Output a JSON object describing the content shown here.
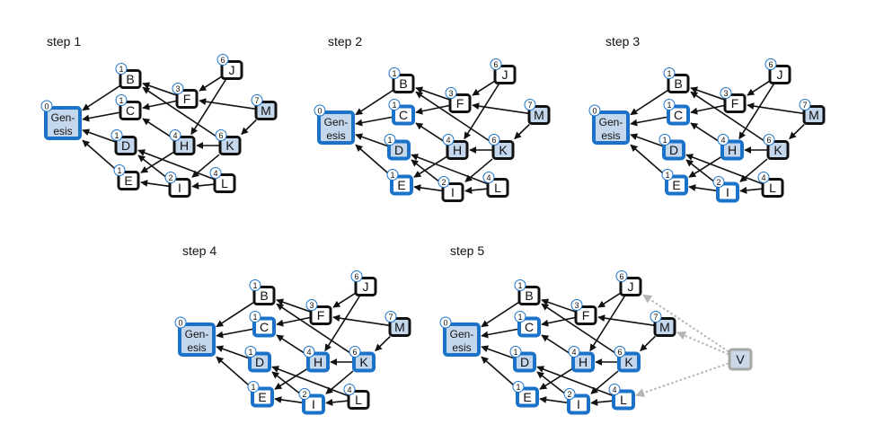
{
  "colors": {
    "blue": "#1a73c9",
    "fill_light": "#c5d7ec",
    "black": "#111111",
    "gray_border": "#a7a7a7",
    "gray_fill": "#c9d7e6",
    "gray_edge": "#b5b5b5"
  },
  "steps": [
    {
      "title": "step 1",
      "blue": [
        "Genesis"
      ],
      "shaded": [
        "Genesis",
        "D",
        "H",
        "K",
        "M"
      ]
    },
    {
      "title": "step 2",
      "blue": [
        "Genesis",
        "C",
        "D",
        "E"
      ],
      "shaded": [
        "Genesis",
        "D",
        "H",
        "K",
        "M"
      ]
    },
    {
      "title": "step 3",
      "blue": [
        "Genesis",
        "C",
        "D",
        "E",
        "H",
        "I"
      ],
      "shaded": [
        "Genesis",
        "D",
        "H",
        "K",
        "M"
      ]
    },
    {
      "title": "step 4",
      "blue": [
        "Genesis",
        "C",
        "D",
        "E",
        "H",
        "I",
        "K"
      ],
      "shaded": [
        "Genesis",
        "D",
        "H",
        "K",
        "M"
      ]
    },
    {
      "title": "step 5",
      "blue": [
        "Genesis",
        "C",
        "D",
        "E",
        "H",
        "I",
        "K",
        "L"
      ],
      "shaded": [
        "Genesis",
        "D",
        "H",
        "K",
        "M"
      ]
    }
  ],
  "nodes": [
    {
      "id": "Genesis",
      "lines": [
        "Gen-",
        "esis"
      ],
      "score": "0"
    },
    {
      "id": "B",
      "lines": [
        "B"
      ],
      "score": "1"
    },
    {
      "id": "C",
      "lines": [
        "C"
      ],
      "score": "1"
    },
    {
      "id": "D",
      "lines": [
        "D"
      ],
      "score": "1"
    },
    {
      "id": "E",
      "lines": [
        "E"
      ],
      "score": "1"
    },
    {
      "id": "F",
      "lines": [
        "F"
      ],
      "score": "3"
    },
    {
      "id": "H",
      "lines": [
        "H"
      ],
      "score": "4"
    },
    {
      "id": "I",
      "lines": [
        "I"
      ],
      "score": "2"
    },
    {
      "id": "J",
      "lines": [
        "J"
      ],
      "score": "6"
    },
    {
      "id": "K",
      "lines": [
        "K"
      ],
      "score": "6"
    },
    {
      "id": "L",
      "lines": [
        "L"
      ],
      "score": "4"
    },
    {
      "id": "M",
      "lines": [
        "M"
      ],
      "score": "7"
    }
  ],
  "edges": [
    [
      "B",
      "Genesis"
    ],
    [
      "C",
      "Genesis"
    ],
    [
      "D",
      "Genesis"
    ],
    [
      "E",
      "Genesis"
    ],
    [
      "F",
      "B"
    ],
    [
      "F",
      "C"
    ],
    [
      "H",
      "C"
    ],
    [
      "H",
      "E"
    ],
    [
      "I",
      "D"
    ],
    [
      "I",
      "E"
    ],
    [
      "J",
      "F"
    ],
    [
      "J",
      "H"
    ],
    [
      "K",
      "B"
    ],
    [
      "K",
      "H"
    ],
    [
      "K",
      "I"
    ],
    [
      "L",
      "D"
    ],
    [
      "L",
      "I"
    ],
    [
      "M",
      "F"
    ],
    [
      "M",
      "K"
    ]
  ],
  "extra": {
    "label": "V",
    "edges": [
      [
        "V",
        "J"
      ],
      [
        "V",
        "M"
      ],
      [
        "V",
        "L"
      ]
    ]
  }
}
